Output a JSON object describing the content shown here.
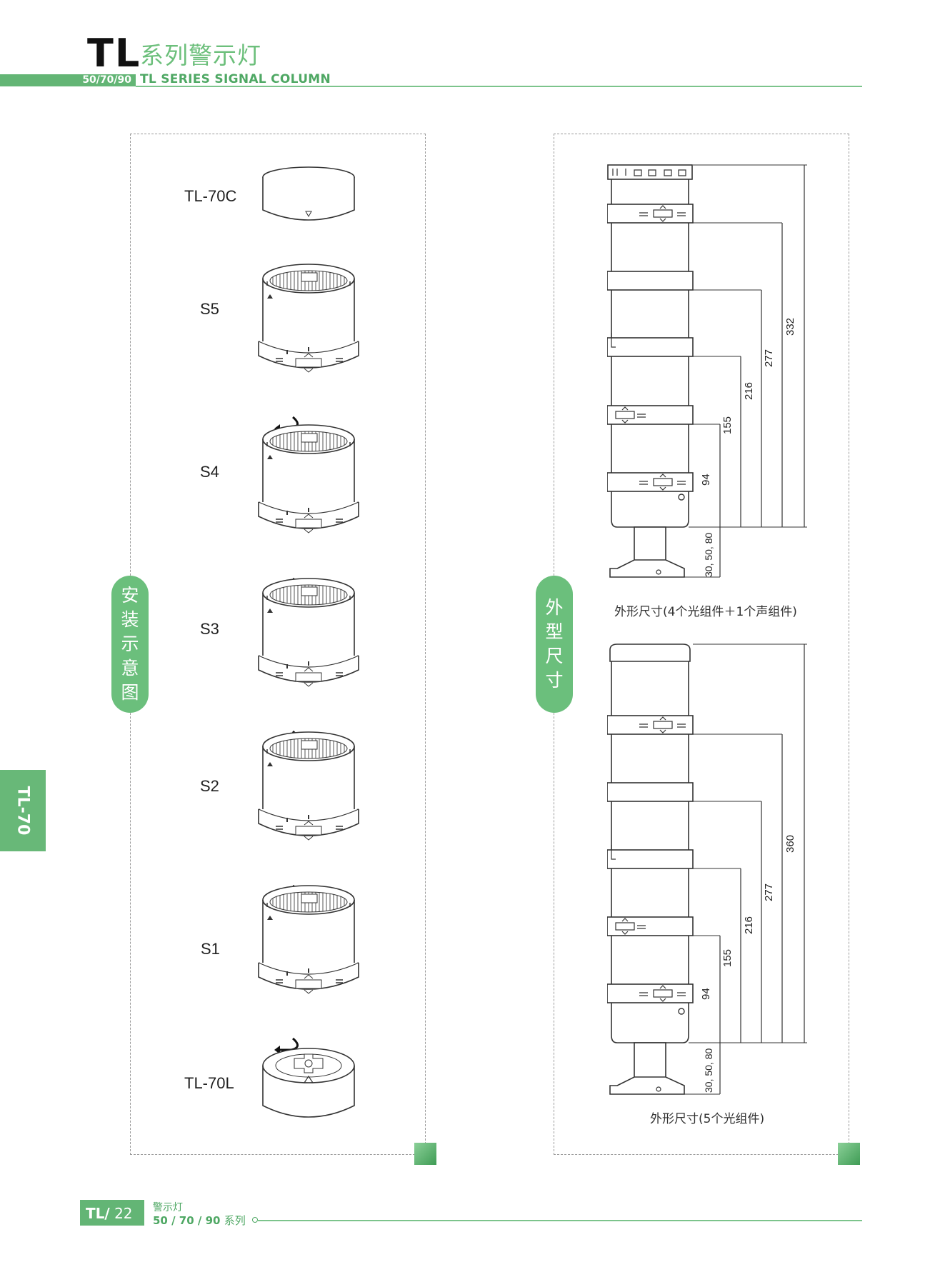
{
  "header": {
    "brand": "TL",
    "title_cn": "系列警示灯",
    "badge": "50/70/90",
    "title_en": "TL SERIES SIGNAL COLUMN"
  },
  "side_tab": "TL-70",
  "left_panel": {
    "pill": [
      "安",
      "装",
      "示",
      "意",
      "图"
    ],
    "components": [
      "TL-70C",
      "S5",
      "S4",
      "S3",
      "S2",
      "S1",
      "TL-70L"
    ]
  },
  "right_panel": {
    "pill": [
      "外",
      "型",
      "尺",
      "寸"
    ],
    "top_drawing": {
      "caption": "外形尺寸(4个光组件＋1个声组件)",
      "dims": [
        "332",
        "277",
        "216",
        "155",
        "94",
        "30, 50, 80"
      ]
    },
    "bottom_drawing": {
      "caption": "外形尺寸(5个光组件)",
      "dims": [
        "360",
        "277",
        "216",
        "155",
        "94",
        "30, 50, 80"
      ]
    }
  },
  "footer": {
    "brand": "TL",
    "slash": "/",
    "page": "22",
    "cn": "警示灯",
    "series_nums": "50 / 70 / 90",
    "series_cn": "系列"
  },
  "colors": {
    "accent": "#63b575",
    "text": "#222222"
  }
}
